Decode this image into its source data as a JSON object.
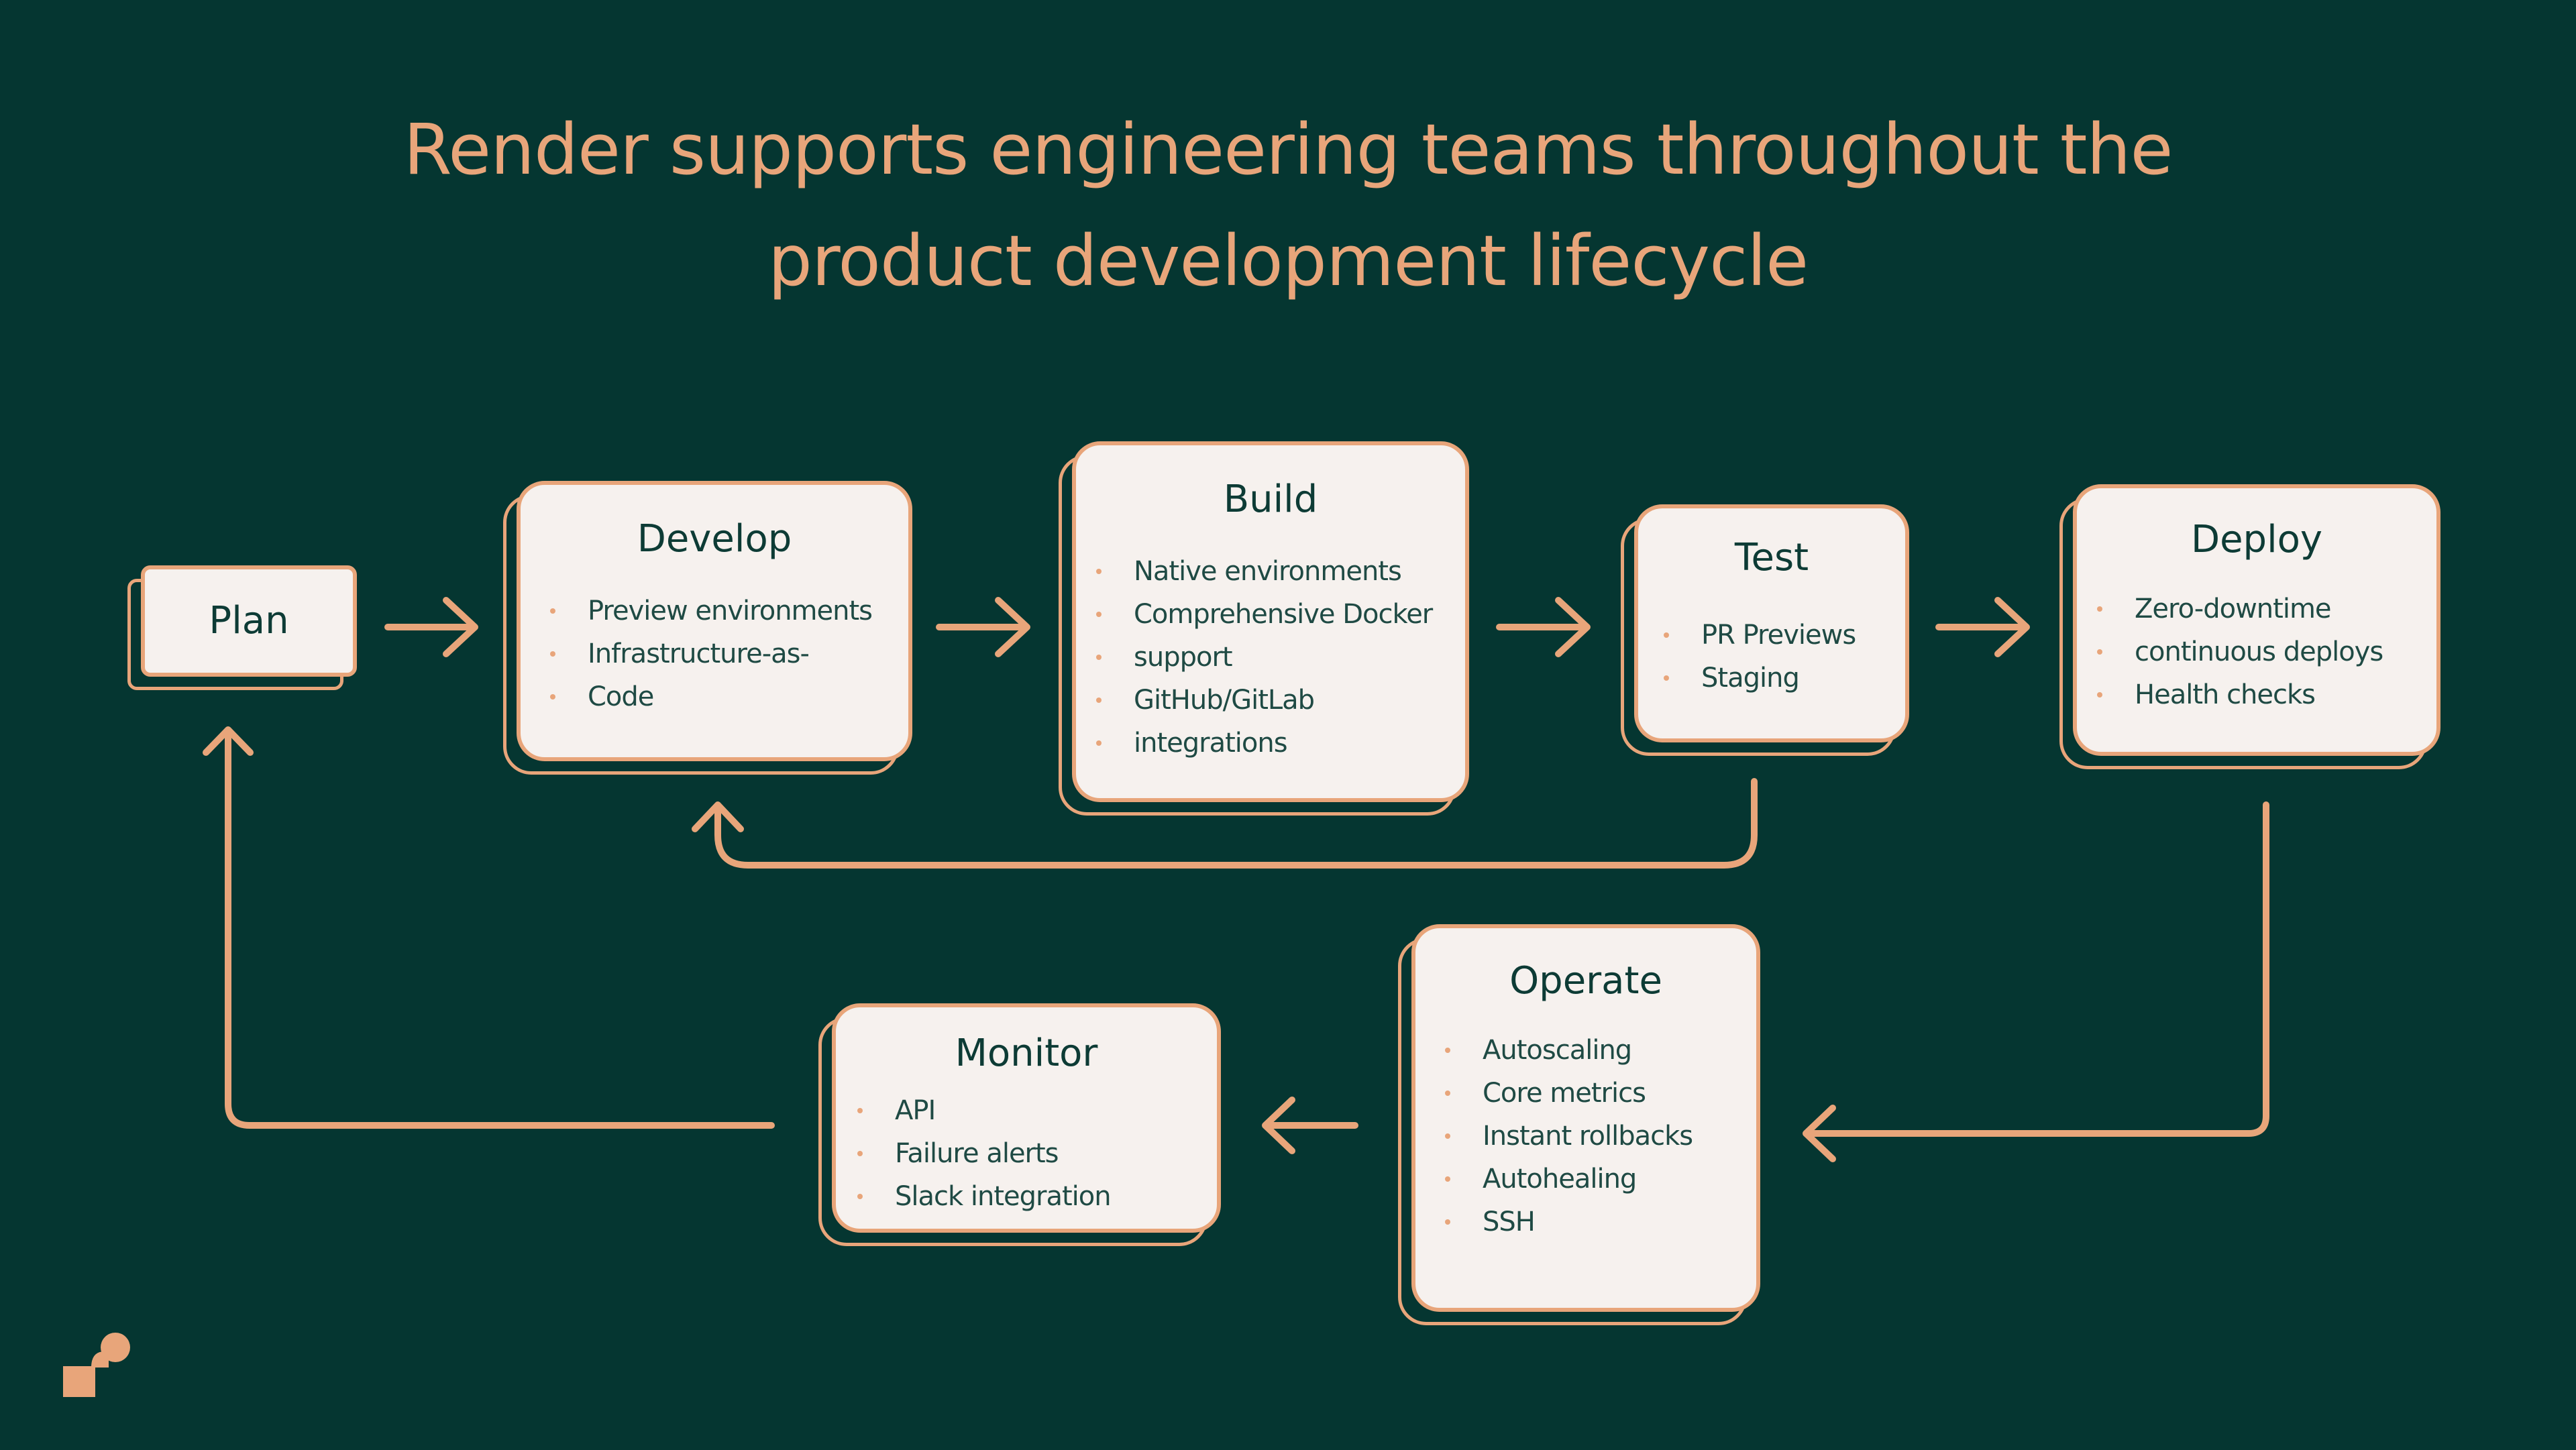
{
  "title": {
    "line1": "Render supports engineering teams throughout the",
    "line2": "product development lifecycle"
  },
  "stages": {
    "plan": {
      "label": "Plan"
    },
    "develop": {
      "label": "Develop",
      "items": [
        "Preview environments",
        "Infrastructure-as-",
        "Code"
      ]
    },
    "build": {
      "label": "Build",
      "items": [
        "Native environments",
        "Comprehensive Docker",
        "support",
        "GitHub/GitLab",
        "integrations"
      ]
    },
    "test": {
      "label": "Test",
      "items": [
        "PR Previews",
        "Staging"
      ]
    },
    "deploy": {
      "label": "Deploy",
      "items": [
        "Zero-downtime",
        "continuous deploys",
        "Health checks"
      ]
    },
    "operate": {
      "label": "Operate",
      "items": [
        "Autoscaling",
        "Core metrics",
        "Instant rollbacks",
        "Autohealing",
        "SSH"
      ]
    },
    "monitor": {
      "label": "Monitor",
      "items": [
        "API",
        "Failure alerts",
        "Slack integration"
      ]
    }
  },
  "colors": {
    "background": "#053631",
    "accent": "#E8A57A",
    "card": "#F6F1EE",
    "text": "#0D3B35"
  },
  "icons": {
    "logo": "render-logo-icon"
  }
}
